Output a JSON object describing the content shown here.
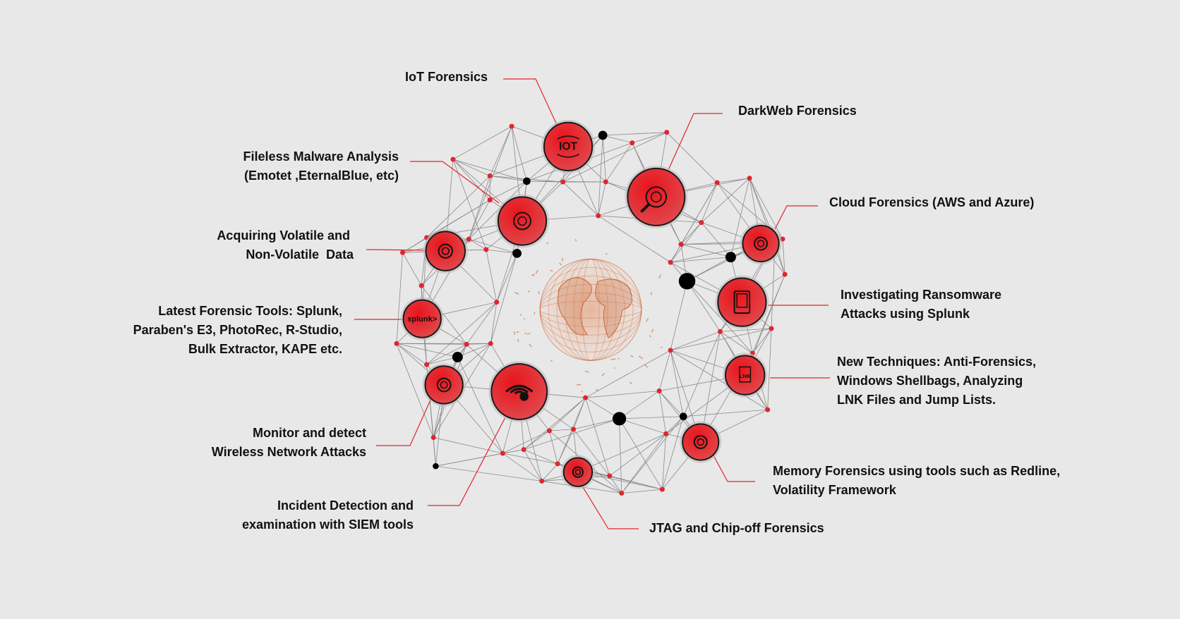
{
  "colors": {
    "accent": "#e0262d",
    "background": "#e8e8e8",
    "line": "#8a8a8a",
    "globe": "#c9673a"
  },
  "topics": [
    {
      "id": "iot",
      "lines": [
        "IoT Forensics"
      ],
      "icon": "iot-icon",
      "icon_text": "IOT"
    },
    {
      "id": "darkweb",
      "lines": [
        "DarkWeb Forensics"
      ],
      "icon": "magnifier-fingerprint-icon"
    },
    {
      "id": "fileless",
      "lines": [
        "Fileless Malware Analysis",
        " (Emotet ,EternalBlue, etc)"
      ],
      "icon": "bug-target-icon"
    },
    {
      "id": "volatile",
      "lines": [
        "Acquiring Volatile and",
        "Non-Volatile  Data"
      ],
      "icon": "fingerprint-icon"
    },
    {
      "id": "tools",
      "lines": [
        "Latest Forensic Tools: Splunk,",
        "Paraben's E3, PhotoRec, R-Studio,",
        "Bulk Extractor, KAPE etc."
      ],
      "icon": "splunk-logo-icon",
      "icon_text": "splunk>"
    },
    {
      "id": "wireless",
      "lines": [
        "Monitor and detect",
        "Wireless Network Attacks"
      ],
      "icon": "wifi-bug-icon"
    },
    {
      "id": "siem",
      "lines": [
        "Incident Detection and",
        "examination with SIEM tools"
      ],
      "icon": "document-shield-icon"
    },
    {
      "id": "jtag",
      "lines": [
        "JTAG and Chip-off Forensics"
      ],
      "icon": "chip-database-icon"
    },
    {
      "id": "memory",
      "lines": [
        "Memory Forensics using tools such as Redline,",
        "Volatility Framework"
      ],
      "icon": "brain-bulb-icon"
    },
    {
      "id": "newtech",
      "lines": [
        "New Techniques: Anti-Forensics,",
        "Windows Shellbags, Analyzing",
        "LNK Files and Jump Lists."
      ],
      "icon": "lnk-file-icon",
      "icon_text": "LNK"
    },
    {
      "id": "ransomware",
      "lines": [
        "Investigating Ransomware",
        "Attacks using Splunk"
      ],
      "icon": "tablet-icon"
    },
    {
      "id": "cloud",
      "lines": [
        "Cloud Forensics (AWS and Azure)"
      ],
      "icon": "cloud-shield-icon"
    }
  ]
}
